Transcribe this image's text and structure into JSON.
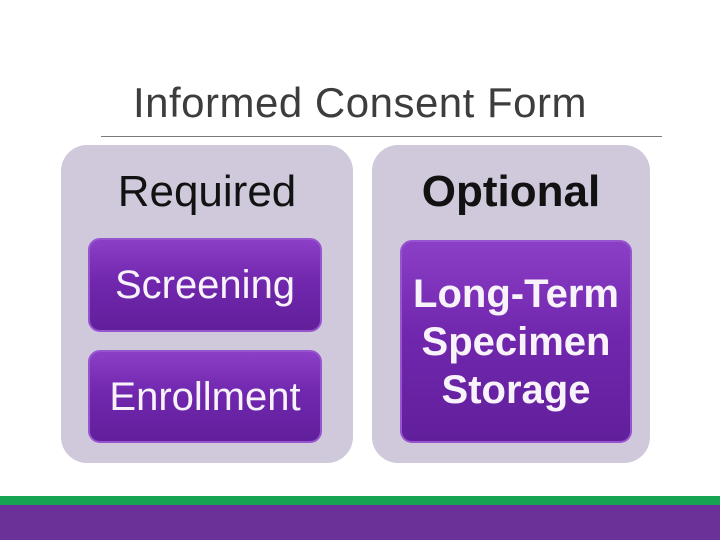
{
  "slide": {
    "title": "Informed Consent Form",
    "groups": [
      {
        "header": "Required",
        "items": [
          "Screening",
          "Enrollment"
        ]
      },
      {
        "header": "Optional",
        "items": [
          "Long-Term Specimen Storage"
        ]
      }
    ]
  },
  "colors": {
    "title_text": "#3d3d3d",
    "title_rule": "#7a7a7a",
    "card_background": "#cfc9db",
    "header_text": "#121212",
    "node_gradient_top": "#8b3fc6",
    "node_gradient_mid": "#7127ae",
    "node_gradient_bottom": "#611f9b",
    "node_border": "#9655ce",
    "node_text": "#f8f3fa",
    "footer_green_stripe": "#17a452",
    "footer_purple_bar": "#6c3099"
  }
}
